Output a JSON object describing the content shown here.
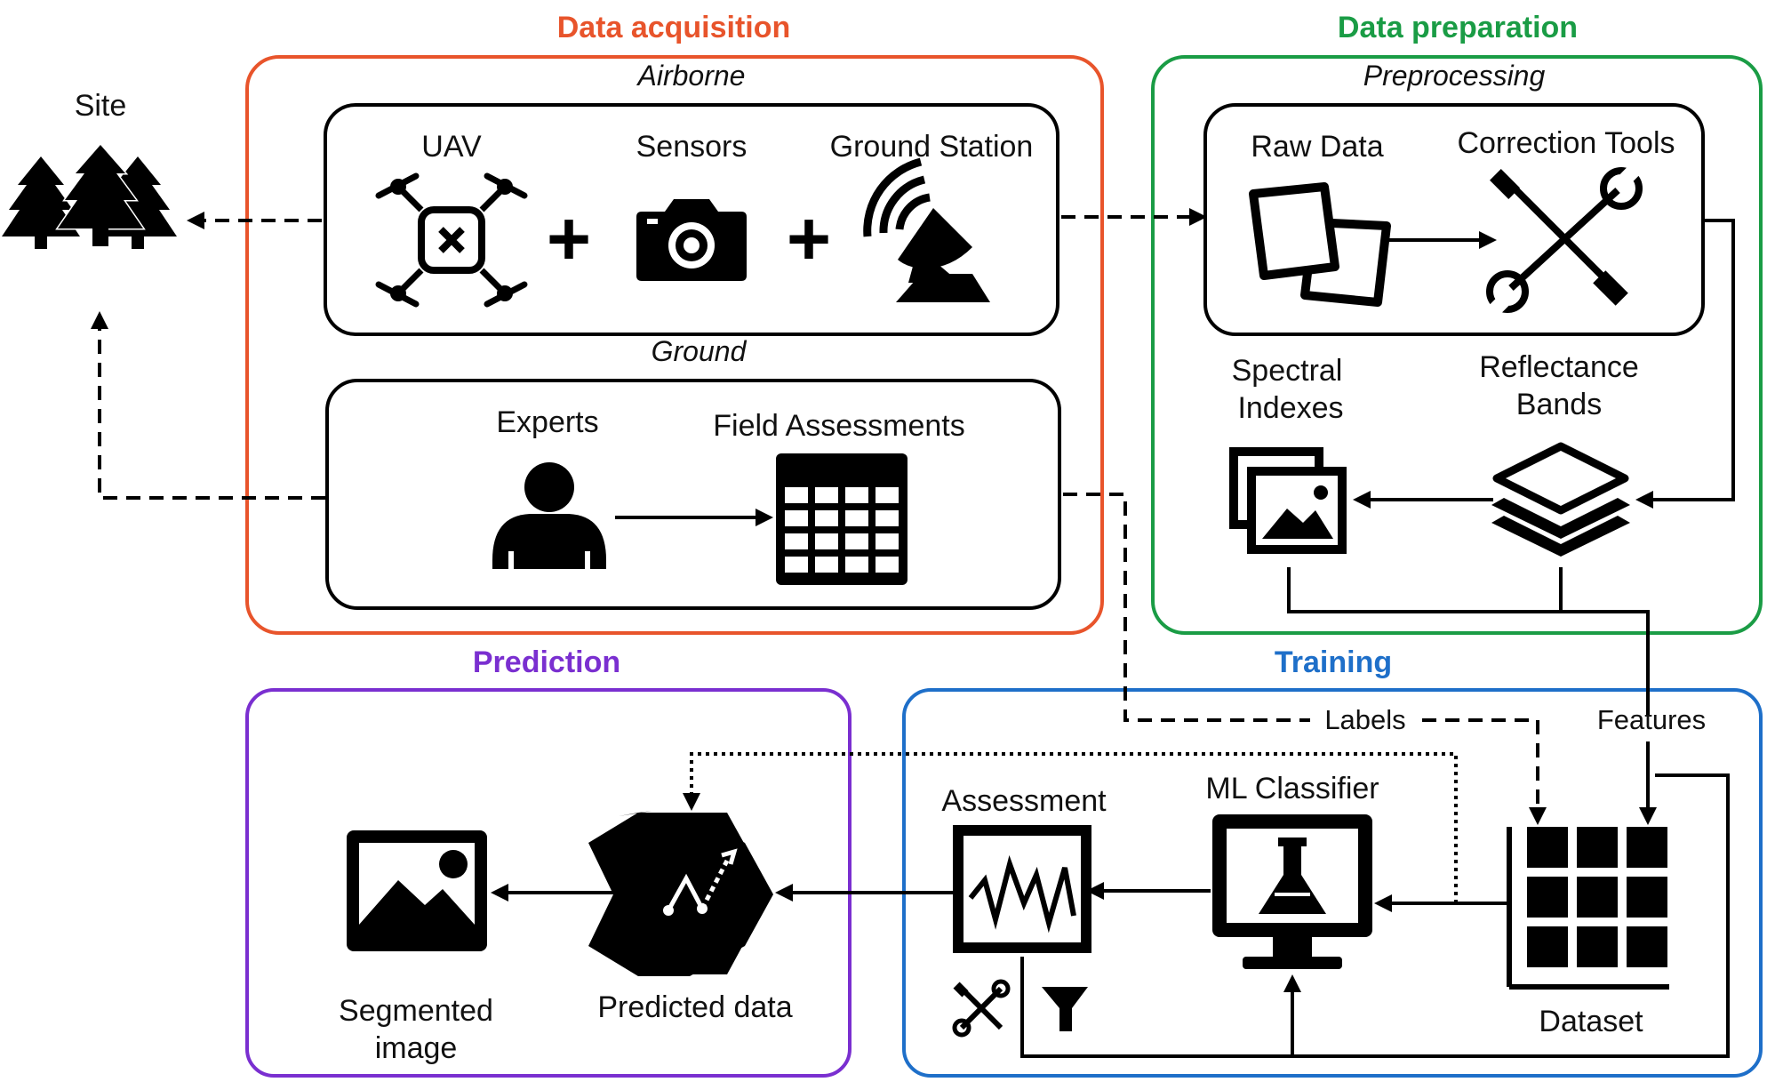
{
  "sections": {
    "acquisition": {
      "title": "Data acquisition",
      "color": "#e8542b"
    },
    "preparation": {
      "title": "Data preparation",
      "color": "#1a9c45"
    },
    "prediction": {
      "title": "Prediction",
      "color": "#7a2fd0"
    },
    "training": {
      "title": "Training",
      "color": "#1e6fc9"
    }
  },
  "site": {
    "label": "Site",
    "icon": "forest-icon"
  },
  "airborne": {
    "label": "Airborne",
    "uav": "UAV",
    "sensors": "Sensors",
    "ground_station": "Ground Station",
    "plus": "+"
  },
  "ground": {
    "label": "Ground",
    "experts": "Experts",
    "field_assessments": "Field Assessments"
  },
  "preprocessing": {
    "label": "Preprocessing",
    "raw_data": "Raw Data",
    "correction_tools": "Correction Tools"
  },
  "spectral": {
    "line1": "Spectral",
    "line2": "Indexes"
  },
  "reflectance": {
    "line1": "Reflectance",
    "line2": "Bands"
  },
  "training_flow": {
    "labels": "Labels",
    "features": "Features",
    "dataset": "Dataset",
    "ml_classifier": "ML Classifier",
    "assessment": "Assessment"
  },
  "prediction_flow": {
    "predicted_data": "Predicted data",
    "segmented_line1": "Segmented",
    "segmented_line2": "image"
  }
}
